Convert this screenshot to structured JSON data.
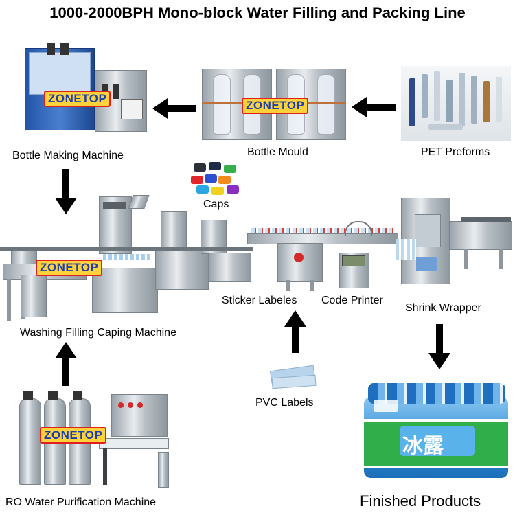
{
  "title": "1000-2000BPH Mono-block Water Filling and Packing Line",
  "logo_text": "ZONETOP",
  "labels": {
    "bottle_making": "Bottle Making Machine",
    "bottle_mould": "Bottle Mould",
    "pet_preforms": "PET Preforms",
    "caps": "Caps",
    "washing": "Washing Filling Caping Machine",
    "sticker": "Sticker Labeles",
    "code_printer": "Code Printer",
    "shrink": "Shrink Wrapper",
    "pvc": "PVC Labels",
    "ro": "RO Water Purification Machine",
    "finished": "Finished Products"
  },
  "product_brand": "冰露",
  "colors": {
    "arrow": "#000000",
    "logo_bg": "#ffd23a",
    "logo_text": "#1a3fb0",
    "logo_border": "#e02020",
    "water_blue": "#2f8fd8",
    "label_green": "#2fae4a"
  }
}
